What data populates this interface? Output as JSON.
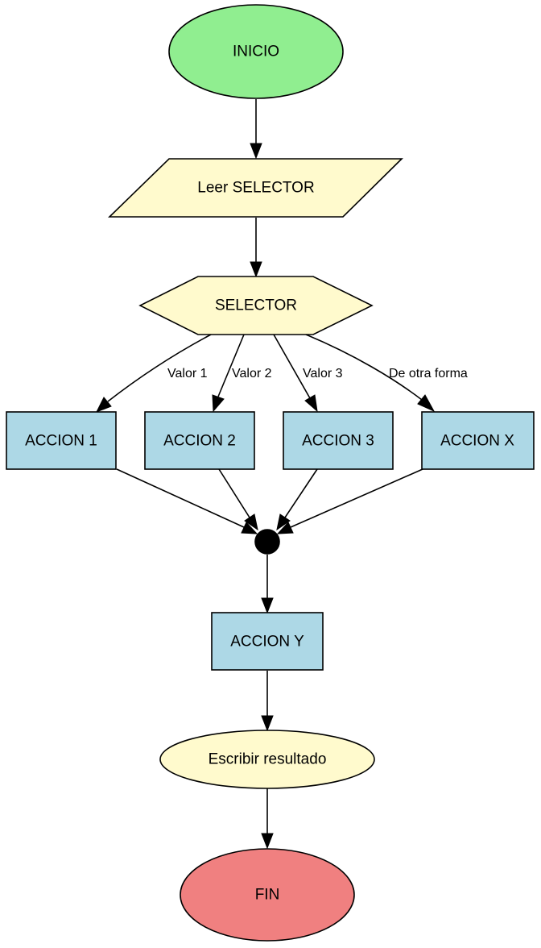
{
  "colors": {
    "start": "#90EE90",
    "io": "#FFFACD",
    "process": "#ADD8E6",
    "end": "#F08080",
    "junction": "#000000",
    "line": "#000000"
  },
  "nodes": {
    "start": {
      "label": "INICIO"
    },
    "read": {
      "label": "Leer SELECTOR"
    },
    "selector": {
      "label": "SELECTOR"
    },
    "action1": {
      "label": "ACCION 1"
    },
    "action2": {
      "label": "ACCION 2"
    },
    "action3": {
      "label": "ACCION 3"
    },
    "actionx": {
      "label": "ACCION X"
    },
    "actiony": {
      "label": "ACCION Y"
    },
    "write": {
      "label": "Escribir resultado"
    },
    "end": {
      "label": "FIN"
    }
  },
  "edges": {
    "value1": {
      "label": "Valor 1"
    },
    "value2": {
      "label": "Valor 2"
    },
    "value3": {
      "label": "Valor 3"
    },
    "otherwise": {
      "label": "De otra forma"
    }
  }
}
